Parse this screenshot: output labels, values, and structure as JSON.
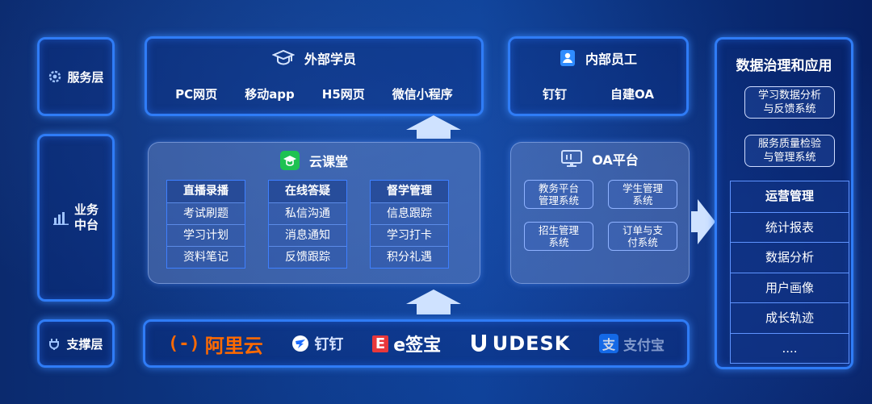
{
  "layers": {
    "service": "服务层",
    "business_line1": "业务",
    "business_line2": "中台",
    "support": "支撑层"
  },
  "external": {
    "title": "外部学员",
    "channels": [
      "PC网页",
      "移动app",
      "H5网页",
      "微信小程序"
    ]
  },
  "internal": {
    "title": "内部员工",
    "channels": [
      "钉钉",
      "自建OA"
    ]
  },
  "cloud_classroom": {
    "title": "云课堂",
    "columns": [
      {
        "head": "直播录播",
        "items": [
          "考试刷题",
          "学习计划",
          "资料笔记"
        ]
      },
      {
        "head": "在线答疑",
        "items": [
          "私信沟通",
          "消息通知",
          "反馈跟踪"
        ]
      },
      {
        "head": "督学管理",
        "items": [
          "信息跟踪",
          "学习打卡",
          "积分礼遇"
        ]
      }
    ]
  },
  "oa_platform": {
    "title": "OA平台",
    "items": [
      {
        "line1": "教务平台",
        "line2": "管理系统"
      },
      {
        "line1": "学生管理",
        "line2": "系统"
      },
      {
        "line1": "招生管理",
        "line2": "系统"
      },
      {
        "line1": "订单与支",
        "line2": "付系统"
      }
    ]
  },
  "support_logos": {
    "aliyun": "阿里云",
    "dingtalk": "钉钉",
    "esign_mark": "E",
    "esign": "e签宝",
    "udesk": "UDESK",
    "alipay_mark": "支",
    "alipay": "支付宝"
  },
  "governance": {
    "title": "数据治理和应用",
    "systems": [
      {
        "line1": "学习数据分析",
        "line2": "与反馈系统"
      },
      {
        "line1": "服务质量检验",
        "line2": "与管理系统"
      }
    ],
    "ops": [
      "运营管理",
      "统计报表",
      "数据分析",
      "用户画像",
      "成长轨迹",
      "...."
    ]
  },
  "colors": {
    "frame": "#2f7cf6",
    "aliyun": "#ff6a00",
    "esign": "#e8383b",
    "wechat_green": "#1ec252"
  }
}
